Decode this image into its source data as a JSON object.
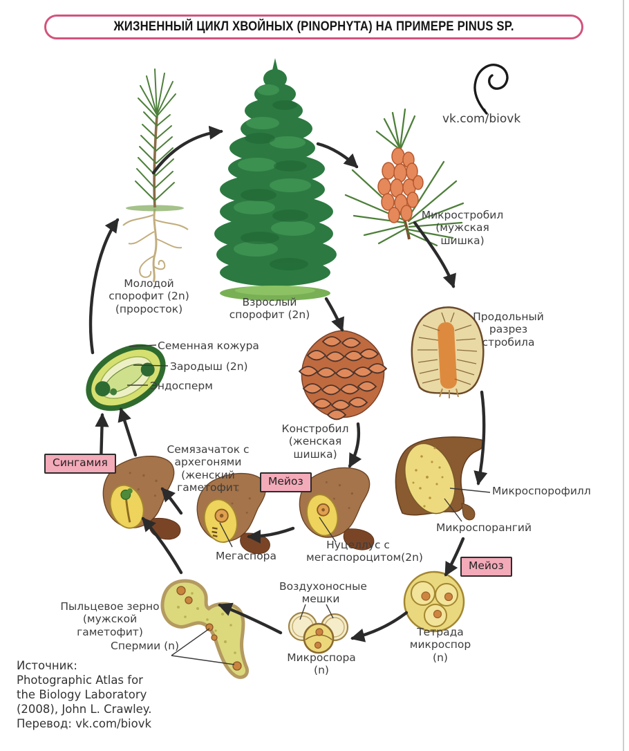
{
  "title": "ЖИЗНЕННЫЙ ЦИКЛ ХВОЙНЫХ (PINOPHYTA) НА ПРИМЕРЕ PINUS SP.",
  "watermark": "vk.com/biovk",
  "badges": {
    "syngamy": "Сингамия",
    "meiosis_center": "Мейоз",
    "meiosis_right": "Мейоз"
  },
  "labels": {
    "young_sporophyte": "Молодой\nспорофит (2n)\n(проросток)",
    "adult_sporophyte": "Взрослый\nспорофит (2n)",
    "microstrobil": "Микростробил\n(мужская\nшишка)",
    "strobilus_section": "Продольный\nразрез\nстробила",
    "seed_coat": "Семенная кожура",
    "embryo": "Зародыш (2n)",
    "endosperm": "Эндосперм",
    "female_cone": "Констробил\n(женская шишка)",
    "ovule_archegonia": "Семязачаток с\nархегонями (женский\nгаметофит",
    "microsporophyll": "Микроспорофилл",
    "microsporangium": "Микроспорангий",
    "megaspore": "Мегаспора",
    "nucellus": "Нуцеллус с\nмегаспороцитом(2n)",
    "air_sacs": "Воздухоносные\nмешки",
    "tetrad": "Тетрада\nмикроспор\n(n)",
    "microspore": "Микроспора (n)",
    "pollen_grain": "Пыльцевое зерно\n(мужской гаметофит)",
    "sperm": "Спермии (n)"
  },
  "source": {
    "lines": [
      "Источник:",
      "Photographic Atlas for",
      "the Biology Laboratory",
      "(2008), John L. Crawley.",
      "Перевод: vk.com/biovk"
    ]
  },
  "colors": {
    "accent_pink": "#d2537b",
    "badge_fill": "#f3aab9",
    "arrow": "#2b2b2b",
    "label_text": "#3d3d3d"
  }
}
